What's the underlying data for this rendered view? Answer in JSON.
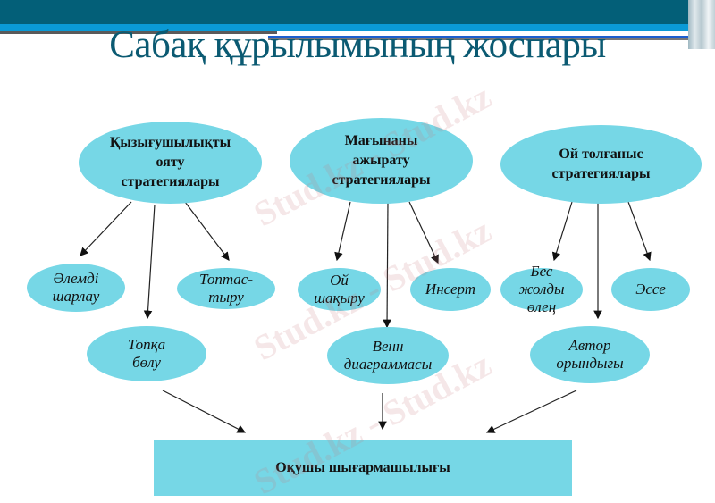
{
  "slide": {
    "title": "Сабақ құрылымының жоспары",
    "colors": {
      "header_band": "#035f78",
      "header_stripe": "#0a9ad6",
      "title_text": "#0b5a72",
      "node_fill": "#76d7e6"
    }
  },
  "nodes": {
    "top": [
      {
        "label": "Қызығушылықты\nояту\nстратегиялары"
      },
      {
        "label": "Мағынаны\nажырату\nстратегиялары"
      },
      {
        "label": "Ой толғаныс\nстратегиялары"
      }
    ],
    "leaves": [
      {
        "label": "Әлемді\nшарлау"
      },
      {
        "label": "Топтас-\nтыру"
      },
      {
        "label": "Топқа\nбөлу"
      },
      {
        "label": "Ой\nшақыру"
      },
      {
        "label": "Инсерт"
      },
      {
        "label": "Венн\nдиаграммасы"
      },
      {
        "label": "Бес\nжолды\nөлең"
      },
      {
        "label": "Эссе"
      },
      {
        "label": "Автор\nорындығы"
      }
    ],
    "result": {
      "label": "Оқушы шығармашылығы"
    }
  },
  "watermark": {
    "text": "Stud.kz - Stud.kz"
  }
}
